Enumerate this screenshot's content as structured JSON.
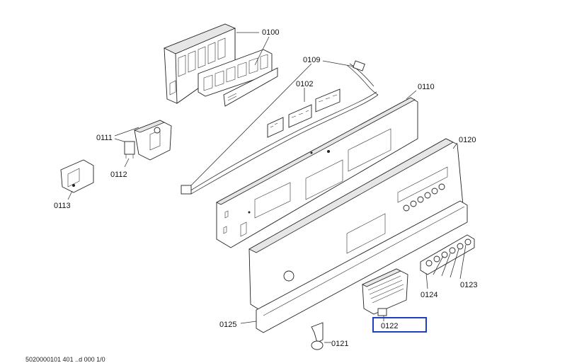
{
  "diagram": {
    "labels": {
      "p0100": "0100",
      "p0109": "0109",
      "p0102": "0102",
      "p0110": "0110",
      "p0111": "0111",
      "p0112": "0112",
      "p0113": "0113",
      "p0120": "0120",
      "p0121": "0121",
      "p0122": "0122",
      "p0123": "0123",
      "p0124": "0124",
      "p0125": "0125"
    },
    "highlight_color": "#1f3fbf",
    "footer": "5020000101 401    ..d 000    1/0"
  }
}
